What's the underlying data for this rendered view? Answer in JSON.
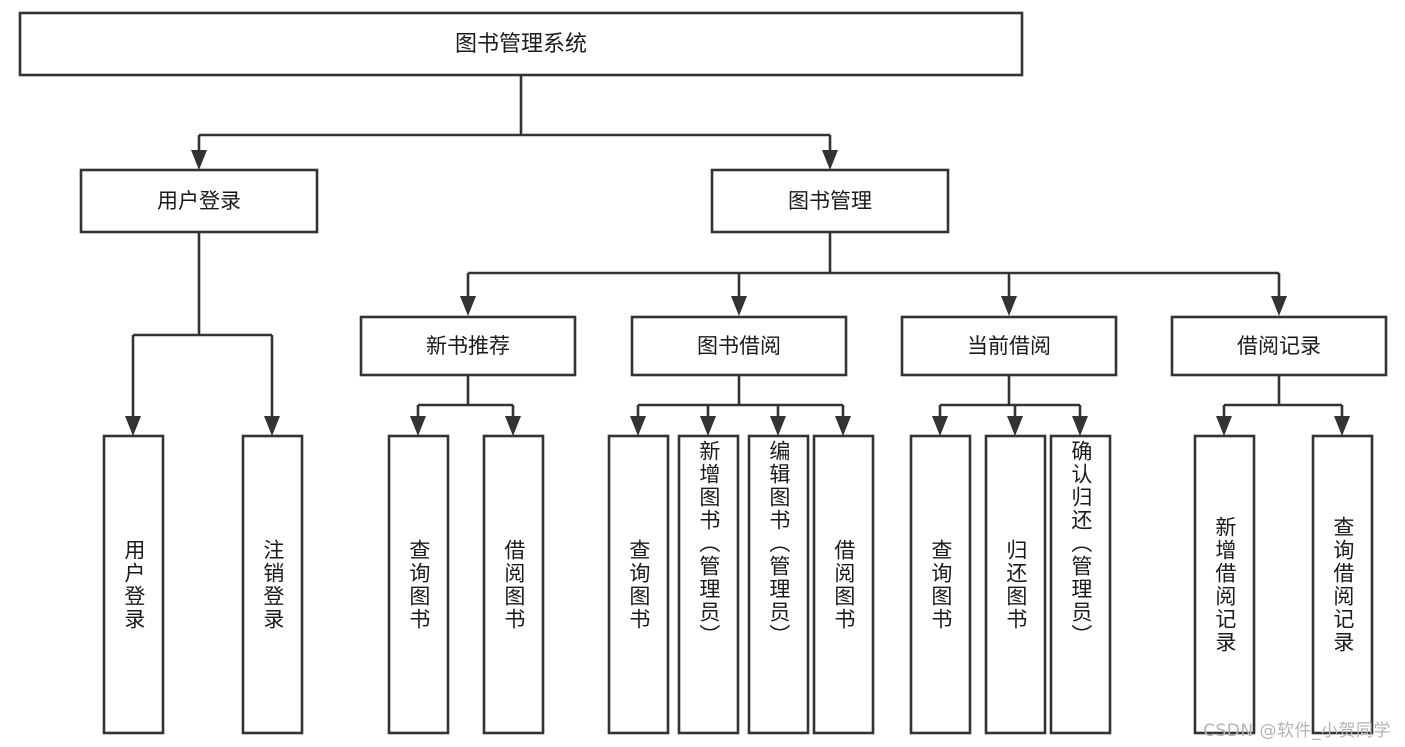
{
  "diagram": {
    "type": "tree-hierarchy-chart",
    "title": "图书管理系统",
    "orientation": "top-down",
    "colors": {
      "box_stroke": "#333333",
      "box_fill": "#ffffff",
      "text": "#1a1a1a",
      "background": "#ffffff",
      "watermark": "#b4b4b4"
    },
    "root": {
      "label": "图书管理系统"
    },
    "level1": [
      {
        "label": "用户登录"
      },
      {
        "label": "图书管理"
      }
    ],
    "level2": [
      {
        "label": "新书推荐"
      },
      {
        "label": "图书借阅"
      },
      {
        "label": "当前借阅"
      },
      {
        "label": "借阅记录"
      }
    ],
    "leaves": {
      "user_login": [
        {
          "label": "用户登录"
        },
        {
          "label": "注销登录"
        }
      ],
      "new_book_recommend": [
        {
          "label": "查询图书"
        },
        {
          "label": "借阅图书"
        }
      ],
      "book_borrow": [
        {
          "label": "查询图书"
        },
        {
          "label": "新增图书（管理员）"
        },
        {
          "label": "编辑图书（管理员）"
        },
        {
          "label": "借阅图书"
        }
      ],
      "current_borrow": [
        {
          "label": "查询图书"
        },
        {
          "label": "归还图书"
        },
        {
          "label": "确认归还（管理员）"
        }
      ],
      "borrow_record": [
        {
          "label": "新增借阅记录"
        },
        {
          "label": "查询借阅记录"
        }
      ]
    }
  },
  "watermark": {
    "text": "CSDN @软件_小贺同学"
  }
}
